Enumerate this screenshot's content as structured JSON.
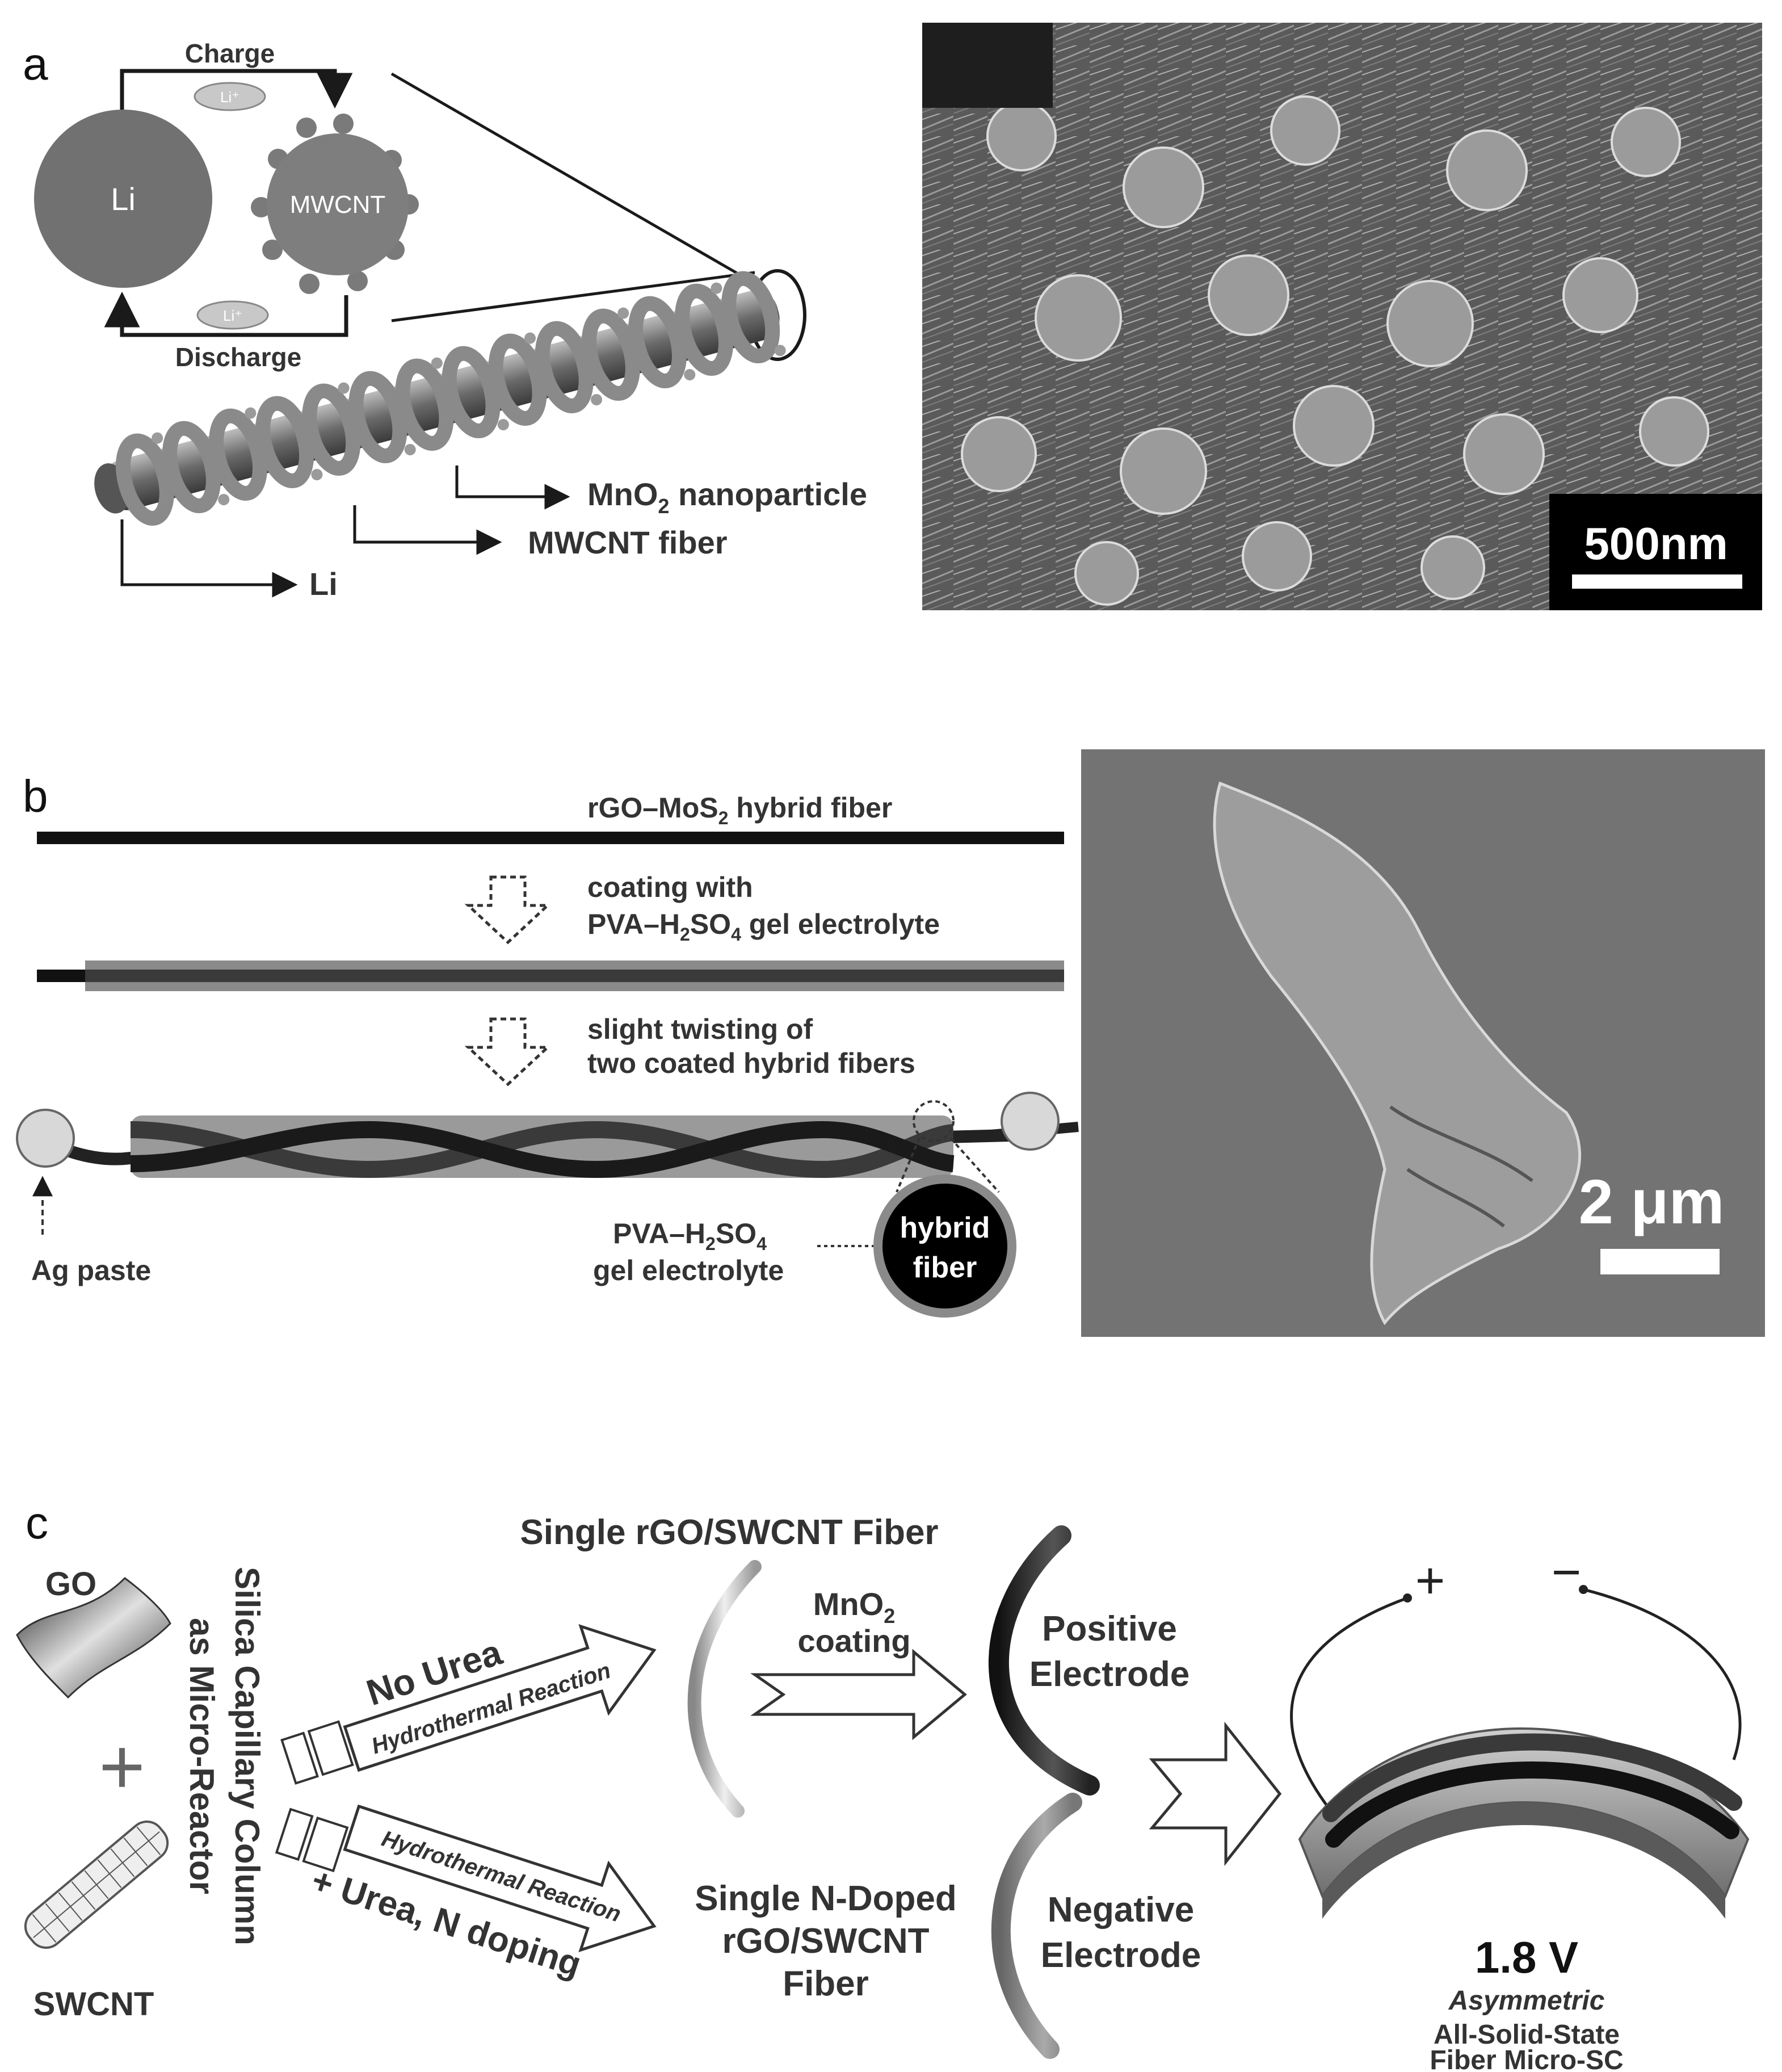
{
  "panel_a": {
    "letter": "a",
    "charge_label": "Charge",
    "discharge_label": "Discharge",
    "li_ion_label": "Li⁺",
    "li_circle_label": "Li",
    "mwcnt_circle_label": "MWCNT",
    "mno2_label": "MnO",
    "mno2_sub": "2",
    "mno2_suffix": " nanoparticle",
    "mwcnt_fiber_label": "MWCNT fiber",
    "li_pointer_label": "Li",
    "scale_bar_label": "500nm"
  },
  "panel_b": {
    "letter": "b",
    "hybrid_fiber_prefix": "rGO–MoS",
    "hybrid_fiber_sub": "2",
    "hybrid_fiber_suffix": " hybrid fiber",
    "coating_line1": "coating with",
    "coating_line2_prefix": "PVA–H",
    "coating_line2_sub1": "2",
    "coating_line2_mid": "SO",
    "coating_line2_sub2": "4",
    "coating_line2_suffix": " gel electrolyte",
    "twist_line1": "slight twisting of",
    "twist_line2": "two coated hybrid fibers",
    "ag_paste_label": "Ag paste",
    "pva_line1_prefix": "PVA–H",
    "pva_line1_sub1": "2",
    "pva_line1_mid": "SO",
    "pva_line1_sub2": "4",
    "pva_line2": "gel electrolyte",
    "hybrid_circle_line1": "hybrid",
    "hybrid_circle_line2": "fiber",
    "scale_bar_label": "2 μm"
  },
  "panel_c": {
    "letter": "c",
    "go_label": "GO",
    "plus_sign": "+",
    "swcnt_label": "SWCNT",
    "column_line1": "Silica Capillary Column",
    "column_line2": "as Micro-Reactor",
    "no_urea_label": "No Urea",
    "hydrothermal_top": "Hydrothermal Reaction",
    "hydrothermal_bottom": "Hydrothermal Reaction",
    "urea_label": "+ Urea, N doping",
    "single_fiber_title": "Single rGO/SWCNT Fiber",
    "mno2_coating_line1": "MnO",
    "mno2_coating_sub": "2",
    "mno2_coating_line2": "coating",
    "positive_line1": "Positive",
    "positive_line2": "Electrode",
    "ndoped_line1": "Single N-Doped",
    "ndoped_line2": "rGO/SWCNT",
    "ndoped_line3": "Fiber",
    "negative_line1": "Negative",
    "negative_line2": "Electrode",
    "terminal_plus": "+",
    "terminal_minus": "−",
    "voltage": "1.8 V",
    "device_line1": "Asymmetric",
    "device_line2": "All-Solid-State",
    "device_line3": "Fiber Micro-SC"
  }
}
